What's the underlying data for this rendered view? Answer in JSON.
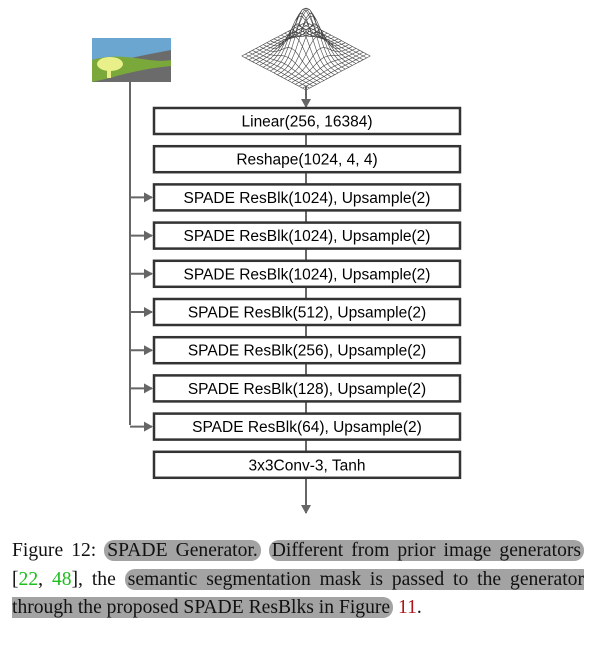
{
  "diagram": {
    "blocks": [
      "Linear(256, 16384)",
      "Reshape(1024, 4, 4)",
      "SPADE ResBlk(1024), Upsample(2)",
      "SPADE ResBlk(1024), Upsample(2)",
      "SPADE ResBlk(1024), Upsample(2)",
      "SPADE ResBlk(512), Upsample(2)",
      "SPADE ResBlk(256), Upsample(2)",
      "SPADE ResBlk(128), Upsample(2)",
      "SPADE ResBlk(64), Upsample(2)",
      "3x3Conv-3, Tanh"
    ],
    "spade_block_indices": [
      2,
      3,
      4,
      5,
      6,
      7,
      8
    ],
    "icons": {
      "segmentation_map": "segmentation-map-thumbnail",
      "noise_input": "gaussian-surface-plot"
    },
    "colors": {
      "seg_sky": "#6aa6cf",
      "seg_ground": "#6b6b6b",
      "seg_grass": "#7aa83a",
      "seg_tree": "#e9f08a",
      "box_stroke": "#333333",
      "line": "#666666"
    }
  },
  "caption": {
    "label": "Figure 12:",
    "title": "SPADE Generator.",
    "text1": "Different from prior image generators",
    "bracket_open": "[",
    "ref1": "22",
    "ref_sep": ", ",
    "ref2": "48",
    "bracket_close": "], the",
    "text2": "semantic segmentation mask is passed to the generator through the proposed SPADE ResBlks in Figure",
    "ref3": "11",
    "period": "."
  }
}
